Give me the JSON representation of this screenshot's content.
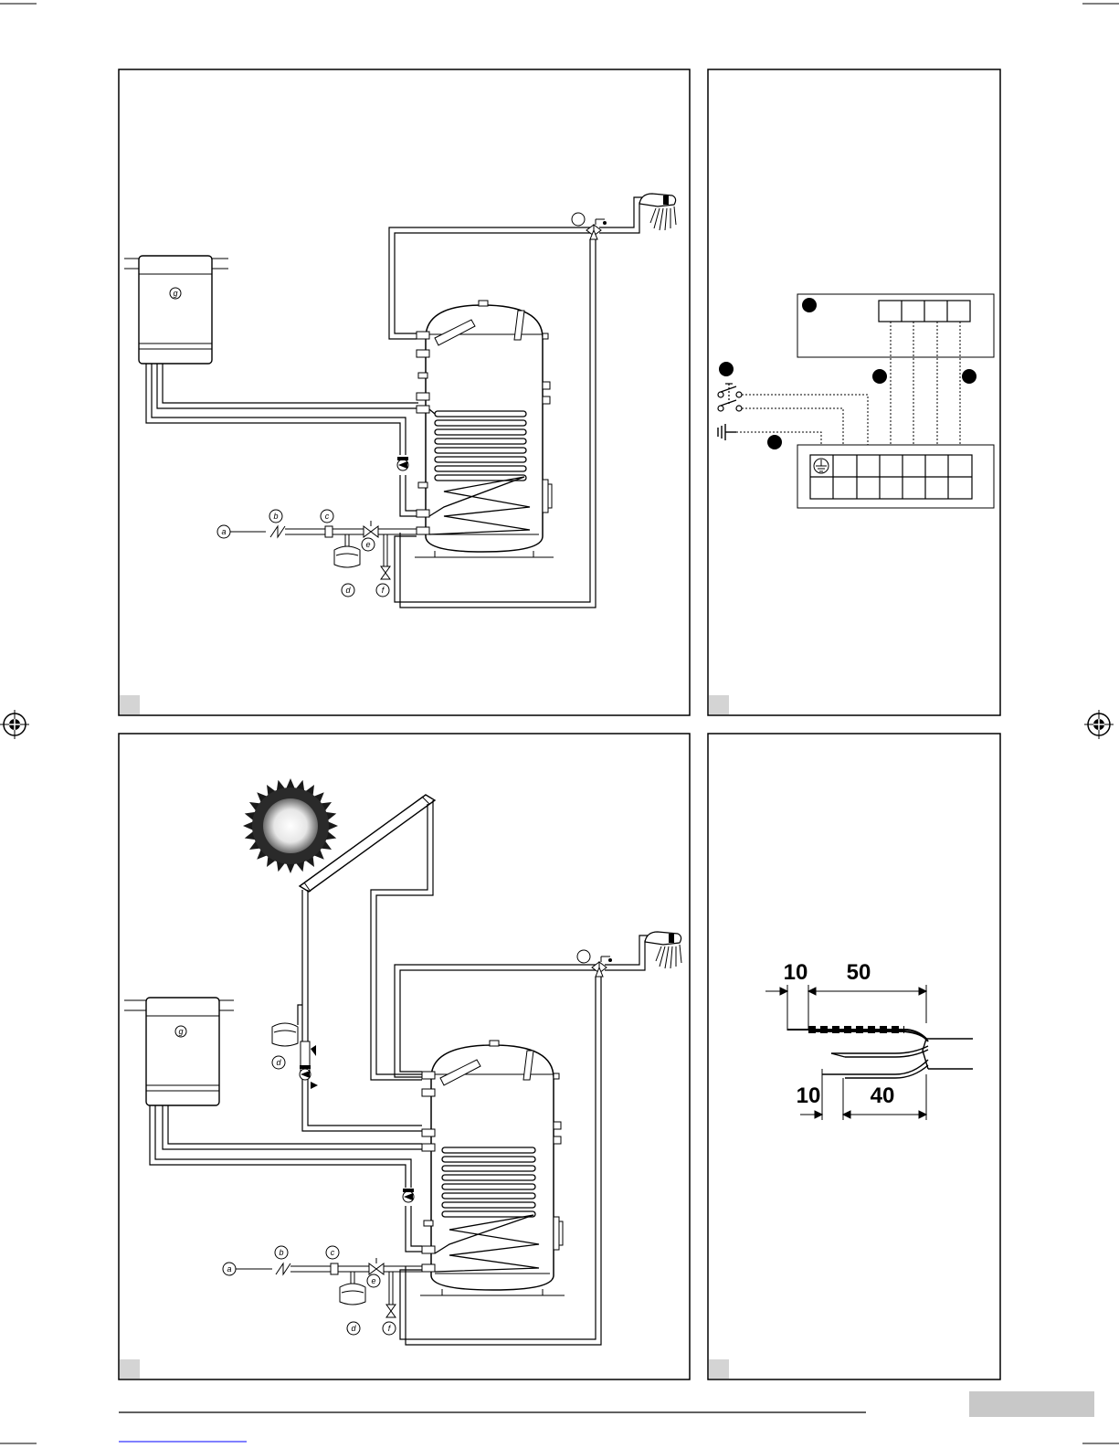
{
  "system": {
    "labels": {
      "a": "a",
      "b": "b",
      "c": "c",
      "d": "d",
      "e": "e",
      "f": "f",
      "g": "g"
    }
  },
  "cable": {
    "outer_strip": "50",
    "outer_offset": "10",
    "inner_strip": "40",
    "inner_offset": "10"
  },
  "colors": {
    "line": "#000000",
    "page_bar": "#c8c8c8",
    "footer_link": "#0000ff"
  }
}
